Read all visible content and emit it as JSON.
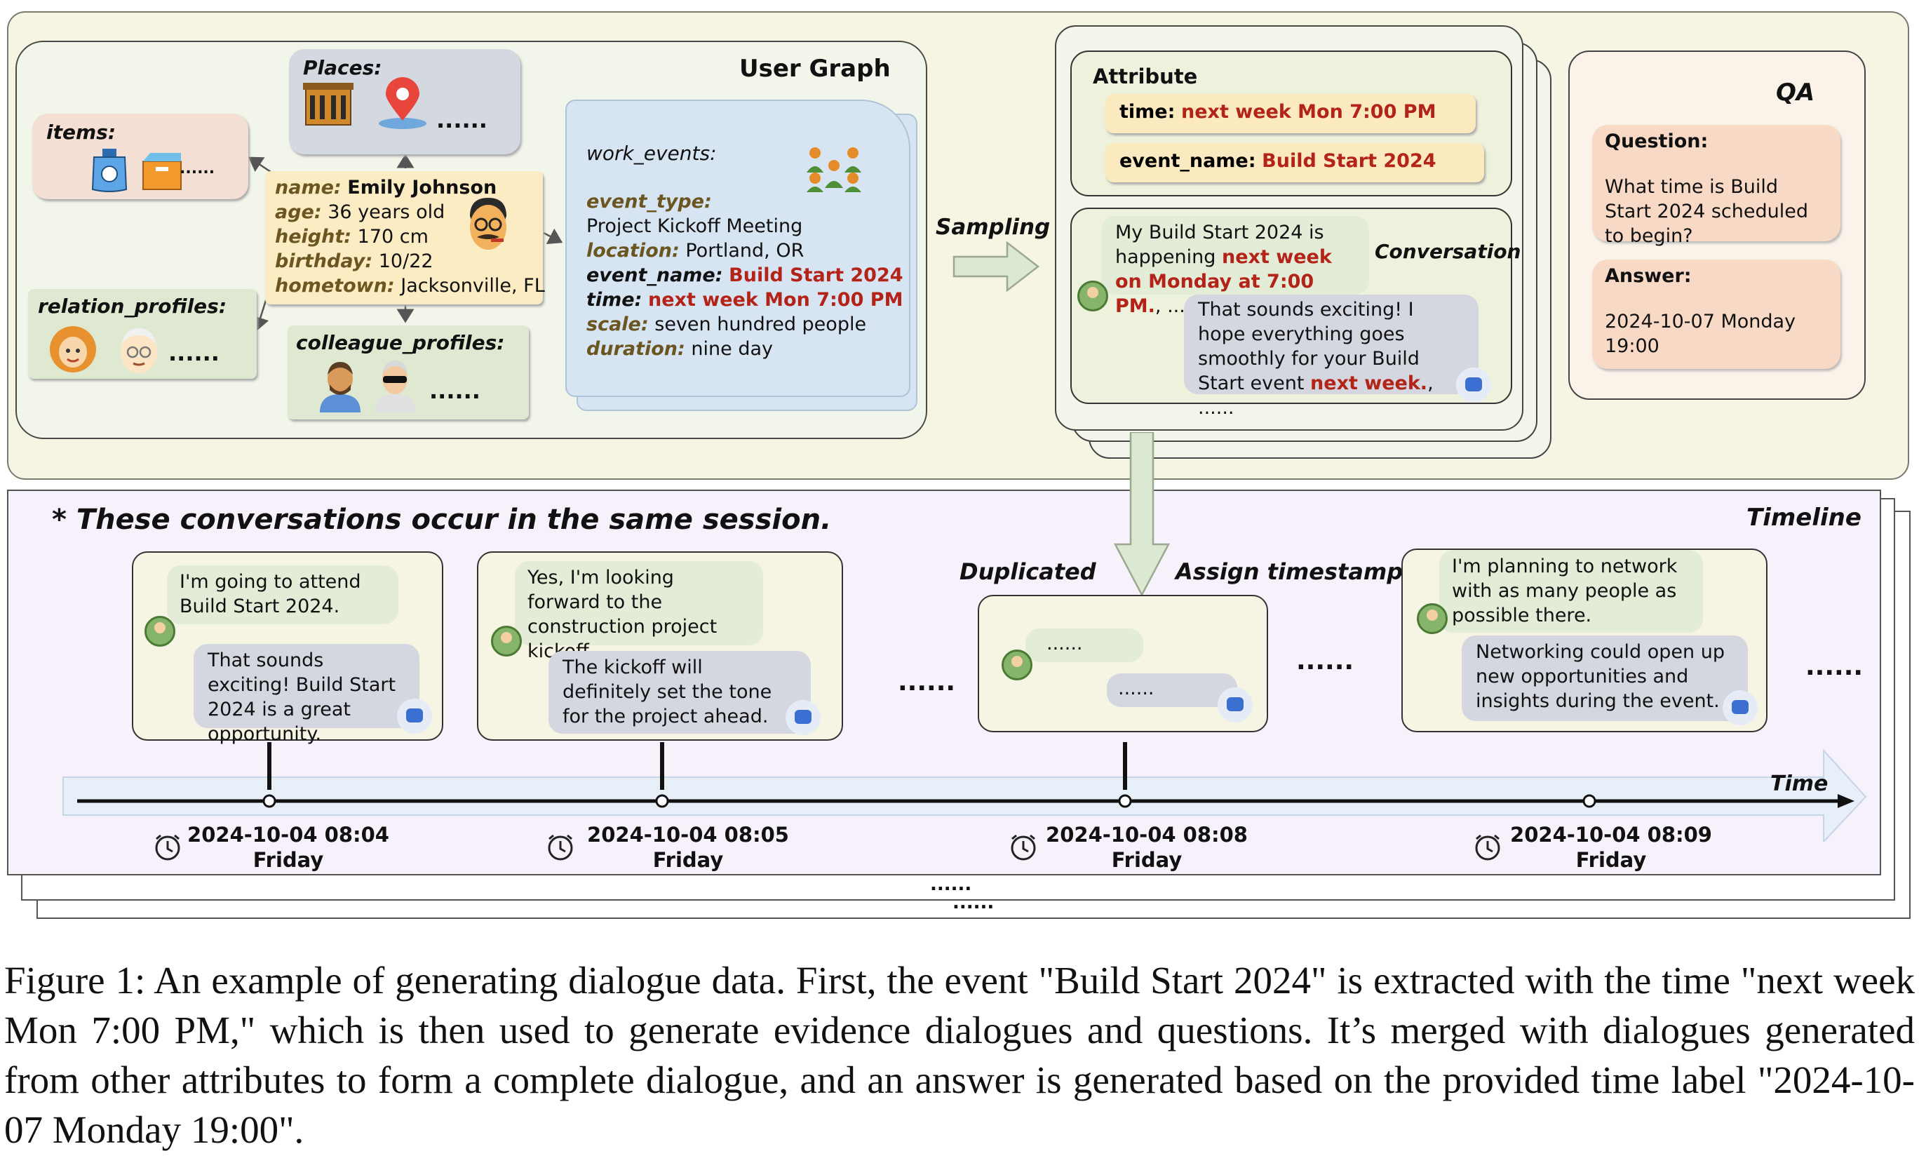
{
  "user_graph": {
    "title": "User Graph",
    "places": {
      "label": "Places:",
      "more": "......"
    },
    "items": {
      "label": "items:",
      "more": "......"
    },
    "profile": [
      {
        "key": "name:",
        "value": "Emily Johnson"
      },
      {
        "key": "age:",
        "value": "36 years old"
      },
      {
        "key": "height:",
        "value": "170 cm"
      },
      {
        "key": "birthday:",
        "value": "10/22"
      },
      {
        "key": "hometown:",
        "value": "Jacksonville, FL"
      }
    ],
    "relation_profiles": {
      "label": "relation_profiles:",
      "more": "......"
    },
    "colleague_profiles": {
      "label": "colleague_profiles:",
      "more": "......"
    },
    "work_events": {
      "label": "work_events:",
      "event_type_key": "event_type:",
      "event_type_value": "Project Kickoff Meeting",
      "location_key": "location:",
      "location_value": "Portland, OR",
      "event_name_key": "event_name:",
      "event_name_value": "Build Start 2024",
      "time_key": "time:",
      "time_value": "next week Mon 7:00 PM",
      "scale_key": "scale:",
      "scale_value": "seven hundred people",
      "duration_key": "duration:",
      "duration_value": "nine day"
    }
  },
  "sampling": {
    "label": "Sampling"
  },
  "attribute": {
    "title": "Attribute",
    "time_key": "time:",
    "time_value": "next week Mon 7:00 PM",
    "event_key": "event_name:",
    "event_value": "Build Start 2024"
  },
  "conversation": {
    "label": "Conversation",
    "user_part1": "My Build Start 2024 is happening ",
    "user_highlight": "next week on Monday at 7:00 PM.",
    "user_part2": ", ......",
    "bot_part1": "That sounds exciting! I hope everything goes smoothly for your Build Start event ",
    "bot_highlight": "next week.",
    "bot_part2": ", ......"
  },
  "qa": {
    "title": "QA",
    "question_label": "Question:",
    "question": "What time is Build Start 2024 scheduled to begin?",
    "answer_label": "Answer:",
    "answer": "2024-10-07 Monday 19:00"
  },
  "timeline": {
    "note": "* These conversations occur in the same session.",
    "title": "Timeline",
    "time_label": "Time",
    "duplicated": "Duplicated",
    "assign": "Assign timestamp",
    "between_dots": "......",
    "stack_dots": "......",
    "sessions": [
      {
        "user": "I'm going to attend Build Start 2024.",
        "bot": "That sounds exciting! Build Start 2024 is a great opportunity.",
        "date": "2024-10-04 08:04",
        "day": "Friday"
      },
      {
        "user": "Yes, I'm looking forward to the construction project kickoff.",
        "bot": "The kickoff will definitely set the tone for the project ahead.",
        "date": "2024-10-04 08:05",
        "day": "Friday"
      },
      {
        "user": "......",
        "bot": "......",
        "date": "2024-10-04 08:08",
        "day": "Friday"
      },
      {
        "user": "I'm planning to network with as many people as possible there.",
        "bot": "Networking could open up new opportunities and insights during the event.",
        "date": "2024-10-04 08:09",
        "day": "Friday"
      }
    ]
  },
  "caption": "Figure 1: An example of generating dialogue data. First, the event \"Build Start 2024\" is extracted with the time \"next week Mon 7:00 PM,\" which is then used to generate evidence dialogues and questions. It’s merged with dialogues generated from other attributes to form a complete dialogue, and an answer is generated based on the provided time label \"2024-10-07 Monday 19:00\"."
}
